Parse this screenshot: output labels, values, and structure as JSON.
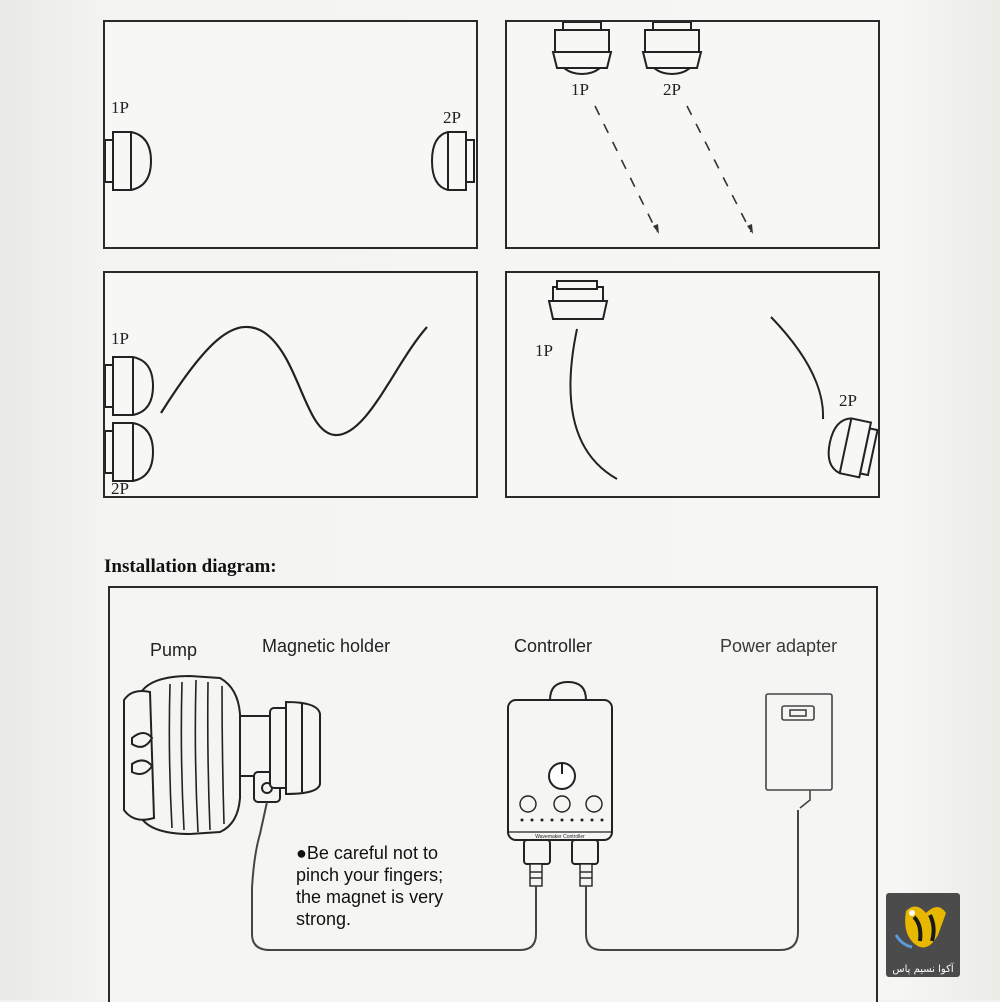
{
  "panels": [
    {
      "labels": [
        "1P",
        "2P"
      ]
    },
    {
      "labels": [
        "1P",
        "2P"
      ]
    },
    {
      "labels": [
        "1P",
        "2P"
      ]
    },
    {
      "labels": [
        "1P",
        "2P"
      ]
    }
  ],
  "section_title": "Installation diagram:",
  "installation": {
    "captions": {
      "pump": "Pump",
      "magnetic_holder": "Magnetic holder",
      "controller": "Controller",
      "power_adapter": "Power adapter"
    },
    "warning_lines": [
      "●Be careful not to",
      "pinch your fingers;",
      "the magnet is very",
      "strong."
    ],
    "controller_label": "Wavemaker Controller"
  },
  "watermark": {
    "text": "آکوا نسیم پاس"
  }
}
